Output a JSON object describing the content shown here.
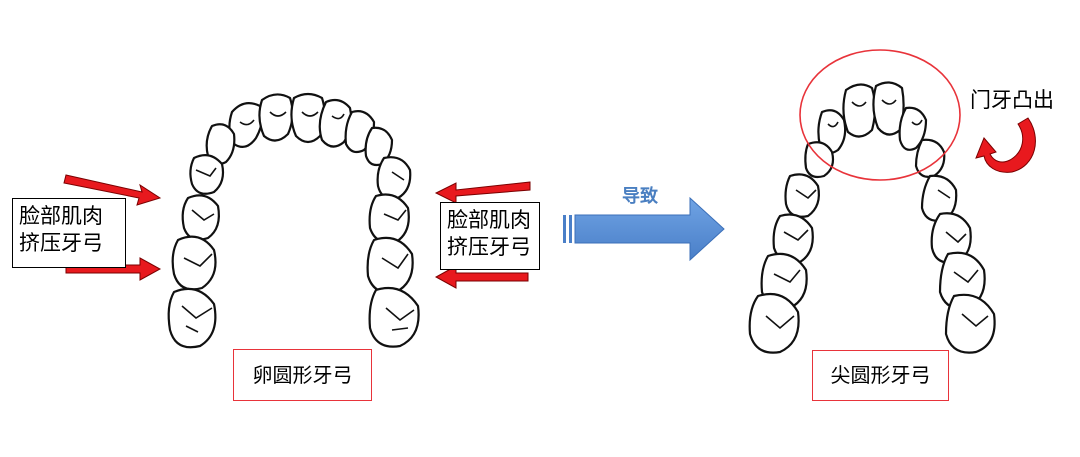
{
  "left_arch": {
    "callout_left_line1": "脸部肌肉",
    "callout_left_line2": "挤压牙弓",
    "callout_right_line1": "脸部肌肉",
    "callout_right_line2": "挤压牙弓",
    "caption": "卵圆形牙弓"
  },
  "transition": {
    "label": "导致",
    "arrow_color": "#5b8fd6"
  },
  "right_arch": {
    "annotation": "门牙凸出",
    "caption": "尖圆形牙弓"
  },
  "colors": {
    "arrow_red": "#e8191e",
    "box_border_red": "#e8333a",
    "tooth_stroke": "#111111"
  }
}
